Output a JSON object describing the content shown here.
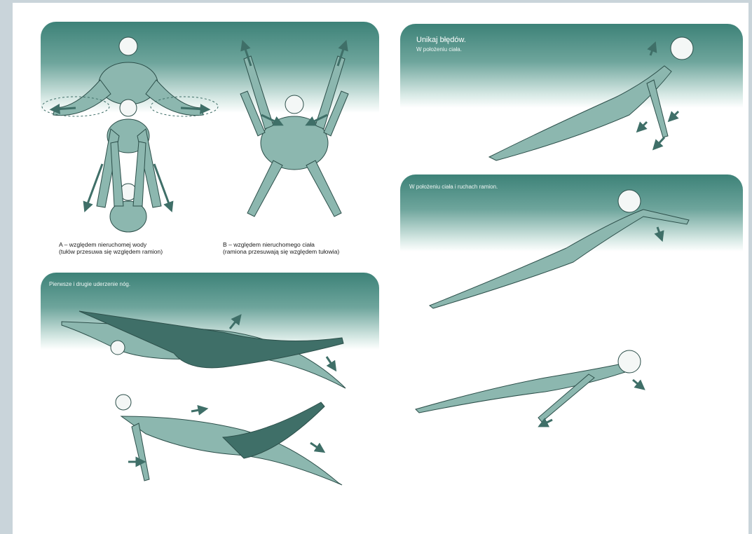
{
  "left_top": {
    "caption_a_line1": "A – względem nieruchomej wody",
    "caption_a_line2": "(tułów przesuwa się względem ramion)",
    "caption_b_line1": "B – względem nieruchomego ciała",
    "caption_b_line2": "(ramiona przesuwają się względem tułowia)"
  },
  "left_bottom": {
    "label": "Pierwsze i drugie uderzenie nóg."
  },
  "right_top": {
    "heading": "Unikaj błędów.",
    "label": "W położeniu ciała."
  },
  "right_mid": {
    "label": "W położeniu ciała i ruchach ramion."
  },
  "colors": {
    "band_dark": "#3d8278",
    "swimmer_fill": "#8cb7af",
    "shadow_fill": "#3f6f68",
    "arrow": "#3f6f68",
    "background": "#c9d4da"
  }
}
